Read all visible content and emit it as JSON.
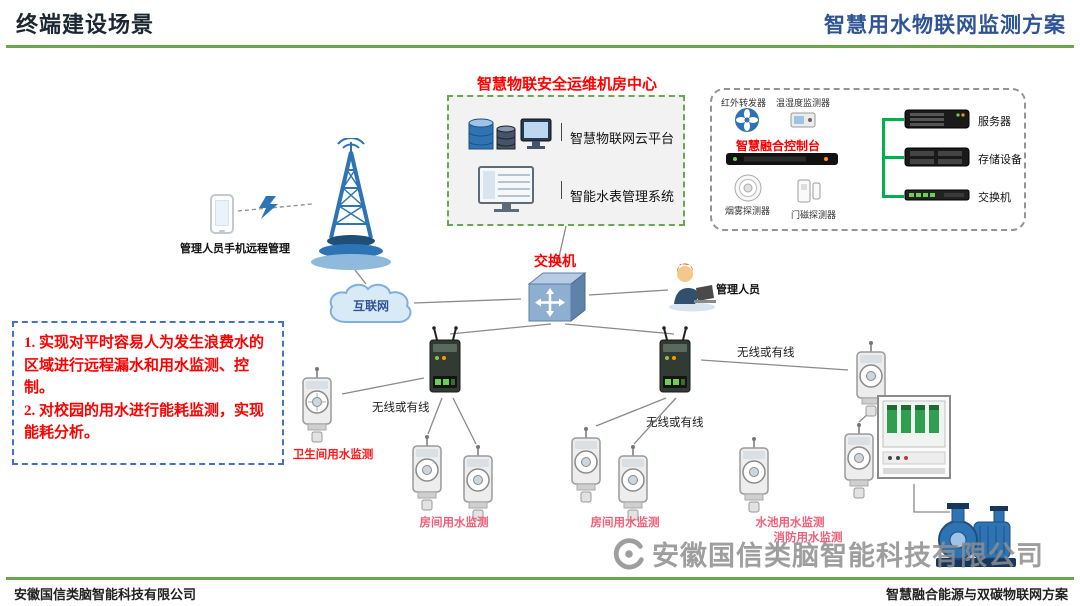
{
  "header": {
    "left": "终端建设场景",
    "right": "智慧用水物联网监测方案"
  },
  "room": {
    "title": "智慧物联安全运维机房中心",
    "cloud_platform": "智慧物联网云平台",
    "meter_system": "智能水表管理系统"
  },
  "panel": {
    "infrared": "红外转发器",
    "temp": "温湿度监测器",
    "console": "智慧融合控制台",
    "smoke": "烟雾探测器",
    "door": "门磁探测器",
    "server": "服务器",
    "storage": "存储设备",
    "net_switch": "交换机"
  },
  "topology": {
    "phone": "管理人员手机远程管理",
    "internet": "互联网",
    "core_switch": "交换机",
    "admin": "管理人员"
  },
  "links": {
    "l1": "无线或有线",
    "l2": "无线或有线",
    "l3": "无线或有线"
  },
  "notes": {
    "item1": "1. 实现对平时容易人为发生浪费水的区域进行远程漏水和用水监测、控制。",
    "item2": "2. 对校园的用水进行能耗监测，实现能耗分析。"
  },
  "monitors": {
    "toilet": "卫生间用水监测",
    "room1": "房间用水监测",
    "room2": "房间用水监测",
    "pool": "水池用水监测",
    "fire": "消防用水监测"
  },
  "watermark": "安徽国信类脑智能科技有限公司",
  "footer": {
    "left": "安徽国信类脑智能科技有限公司",
    "right": "智慧融合能源与双碳物联网方案"
  },
  "colors": {
    "accent_green": "#6AA84F",
    "title_blue": "#2F5496",
    "alert_red": "#FF0000",
    "link_green": "#00B050"
  }
}
